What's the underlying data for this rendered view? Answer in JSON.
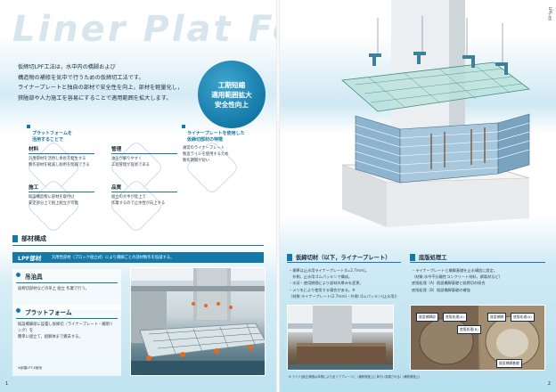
{
  "left_page": {
    "title": "Liner Plat Form",
    "intro_lines": [
      "仮締切LPF工法は，水中内の橋脚および",
      "構造物の補修を気中で行うための仮締切工法です。",
      "ライナープレートと独自の部材で安全性を向上，部材を軽量化し，",
      "狭隘部や人力施工を容易にすることで適用範囲を拡大します。"
    ],
    "badge_lines": [
      "工期短縮",
      "適用範囲拡大",
      "安全性向上"
    ],
    "feature_group_1": [
      "プラットフォームを",
      "活用することで"
    ],
    "feature_group_2": [
      "ライナープレートを使用した",
      "仮締切部材の特徴"
    ],
    "tiles": [
      {
        "title": "材料",
        "text": [
          "汎用部材を活用し余長を発生する",
          "製作部材を軽減し耐用を削減できる"
        ]
      },
      {
        "title": "管理",
        "text": [
          "油圧が解りやすく",
          "工程管理が容易である"
        ]
      },
      {
        "title": "施工",
        "text": [
          "既設構造物に部材を取付け",
          "安定部分上で組上組立が可能"
        ]
      },
      {
        "title": "品質",
        "text": [
          "組立の大半が陸上で",
          "作業するので止水性が向上する"
        ]
      },
      {
        "title": "",
        "text": [
          "通常のライナープレート",
          "製造ラインを使用するため",
          "製作期間が短い"
        ]
      }
    ],
    "section_label": "部材構成",
    "lpf_key": "LPF部材",
    "lpf_desc": "汎用性部材（ブロック組立式）により橋脚ごとの部材製作を低減する。",
    "card1": {
      "title": "吊治具",
      "text": "抜柳切部材などの吊上 組立 作業で行う。"
    },
    "card2": {
      "title": "プラットフォーム",
      "text": [
        "既設橋脚部に設置し仮締切（ライナープレート・補剛リング）を",
        "簡単に組立て，組解体まで撤去する。"
      ],
      "note": "※創建LPT-X使用"
    },
    "page_number": "1"
  },
  "right_page": {
    "side_tag": "LPF工法",
    "header_a": "仮締切材（以下，ライナープレート）",
    "header_b": "底版処理工",
    "list_a": [
      "・標準は止水用ライナープレート(t=2.7mm)。",
      "　外側，止水用ゴムパッキンで構成。",
      "・水深・使用期間により部材の厚みを変更。",
      "・メリをにより使用する場合がある。※",
      "（材質:ライナープレート(2.7mm)・外側:ゴムパッキン(止水用)）"
    ],
    "list_b": [
      "・ライナープレートと橋脚基礎を止水構造に設定。",
      "（材質:水中不分離性コンクリート材料，鋼製材など）",
      "底版処理（A）既設橋脚基礎と仮締切の接合",
      "底版処理（B）既設橋脚基礎の補強"
    ],
    "photo_tags": [
      "既設橋脚部",
      "底版処理(A)",
      "底版処理(B)",
      "既設橋脚",
      "底版処理(A)",
      "既設橋脚基礎"
    ],
    "caption": "※ ライナ(部正/構造は本物により全リブプレートに（補修実施上に事行い設置される）(補修実施上)",
    "page_number": "2"
  },
  "colors": {
    "accent": "#1479a8",
    "pale_title": "#d7e6ee",
    "sea": "#bfe3f0"
  }
}
